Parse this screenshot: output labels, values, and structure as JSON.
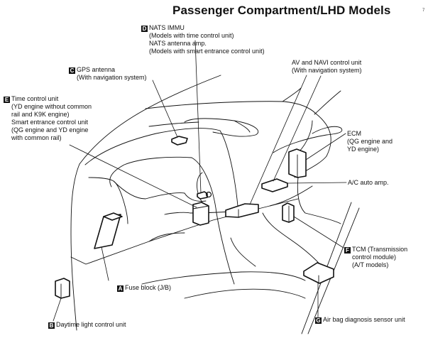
{
  "title": "Passenger Compartment/LHD Models",
  "page_mark": "7",
  "components": [
    {
      "id": "A",
      "lines": [
        "Fuse block (J/B)"
      ]
    },
    {
      "id": "B",
      "lines": [
        "Daytime light control unit"
      ]
    },
    {
      "id": "C",
      "lines": [
        "GPS antenna",
        "(With navigation system)"
      ]
    },
    {
      "id": "D",
      "lines": [
        "NATS IMMU",
        "(Models with time control unit)",
        "NATS antenna amp.",
        "(Models with smart entrance control unit)"
      ]
    },
    {
      "id": "E",
      "lines": [
        "Time control unit",
        "(YD engine without common",
        "rail and K9K engine)",
        "Smart entrance control unit",
        "(QG engine and YD engine",
        "with common rail)"
      ]
    },
    {
      "id": "F",
      "lines": [
        "TCM (Transmission",
        "control module)",
        "(A/T models)"
      ]
    },
    {
      "id": "G",
      "lines": [
        "Air bag diagnosis sensor unit"
      ]
    }
  ],
  "unlettered": [
    {
      "name": "av-navi",
      "lines": [
        "AV and NAVI control unit",
        "(With navigation system)"
      ]
    },
    {
      "name": "ecm",
      "lines": [
        "ECM",
        "(QG engine and",
        "YD engine)"
      ]
    },
    {
      "name": "ac-auto-amp",
      "lines": [
        "A/C auto amp."
      ]
    }
  ]
}
